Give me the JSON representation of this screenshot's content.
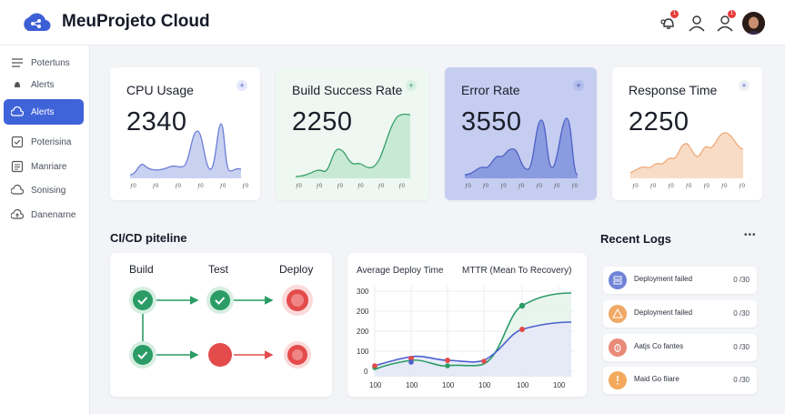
{
  "header": {
    "title": "MeuProjeto Cloud",
    "icons": [
      {
        "name": "alerts-icon",
        "badge": "1"
      },
      {
        "name": "user-icon"
      },
      {
        "name": "team-icon",
        "badge": "1"
      }
    ]
  },
  "sidebar": {
    "items": [
      {
        "label": "Potertuns",
        "icon": "menu-icon",
        "active": false
      },
      {
        "label": "Alerts",
        "icon": "bell-icon",
        "active": false
      },
      {
        "label": "Alerts",
        "icon": "cloud-icon",
        "active": true
      },
      {
        "label": "Poterisina",
        "icon": "check-square-icon",
        "active": false
      },
      {
        "label": "Manriare",
        "icon": "list-icon",
        "active": false
      },
      {
        "label": "Sonising",
        "icon": "cloud-outline-icon",
        "active": false
      },
      {
        "label": "Danenarne",
        "icon": "cloud-upload-icon",
        "active": false
      }
    ]
  },
  "metrics": [
    {
      "title": "CPU Usage",
      "value": "2340",
      "ticks": [
        "ƒ0",
        "ƒ0",
        "ƒ0",
        "ƒ0",
        "ƒ0",
        "ƒ0"
      ],
      "color": "#6d7fd6",
      "plus_color": "#e6e9fb",
      "card_bg": "#ffffff"
    },
    {
      "title": "Build Success Rate",
      "value": "2250",
      "ticks": [
        "ƒ0",
        "ƒ0",
        "ƒ0",
        "ƒ0",
        "ƒ0",
        "ƒ0"
      ],
      "color": "#36a067",
      "plus_color": "#e0f3e8",
      "card_bg": "#eef7f1"
    },
    {
      "title": "Error Rate",
      "value": "3550",
      "ticks": [
        "ƒ0",
        "ƒ0",
        "ƒ0",
        "ƒ0",
        "ƒ0",
        "ƒ0",
        "ƒ0"
      ],
      "color": "#4f60c6",
      "plus_color": "#c9d0f3",
      "card_bg": "#c5cdf1"
    },
    {
      "title": "Response Time",
      "value": "2250",
      "ticks": [
        "ƒ0",
        "ƒ0",
        "ƒ0",
        "ƒ0",
        "ƒ0",
        "ƒ0",
        "ƒ0"
      ],
      "color": "#eeaa79",
      "plus_color": "#eef0f6",
      "card_bg": "#ffffff"
    }
  ],
  "pipeline": {
    "title": "CI/CD piteline",
    "stages": [
      "Build",
      "Test",
      "Deploy"
    ]
  },
  "deploy_chart": {
    "title_left": "Average Deploy Time",
    "title_right": "MTTR (Mean To Recovery)",
    "y_ticks": [
      "300",
      "200",
      "200",
      "100",
      "0"
    ],
    "x_ticks": [
      "100",
      "100",
      "100",
      "100",
      "100",
      "100"
    ],
    "colors": {
      "green": "#2b9c66",
      "blue": "#4b5fd0",
      "red": "#e44b4b"
    }
  },
  "logs": {
    "title": "Recent Logs",
    "more": "•••",
    "items": [
      {
        "text": "Deployment failed",
        "time": "0 /30",
        "icon": "server-icon",
        "icon_bg": "#6f84d8"
      },
      {
        "text": "Deployment failed",
        "time": "0 /30",
        "icon": "warning-icon",
        "icon_bg": "#f0a865"
      },
      {
        "text": "Aatjs Co fantes",
        "time": "0 /30",
        "icon": "bug-icon",
        "icon_bg": "#ea8a78"
      },
      {
        "text": "Maid Go fiiare",
        "time": "0 /30",
        "icon": "alert-icon",
        "icon_bg": "#f2a95c"
      }
    ]
  }
}
